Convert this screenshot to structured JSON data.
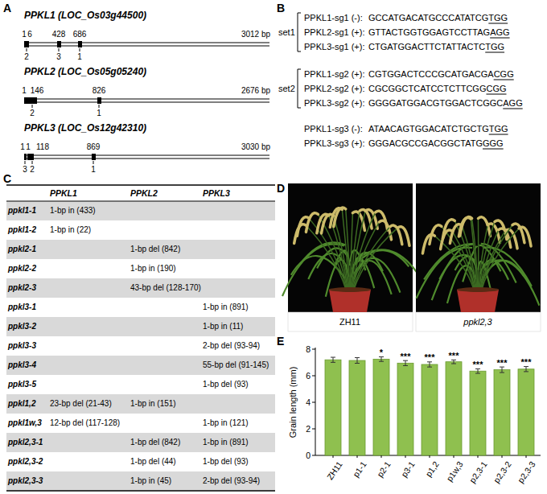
{
  "diagram": {
    "labels": [
      "A",
      "PPKL1 (LOC_Os03g44500)",
      "1",
      "6",
      "428",
      "686",
      "3012 bp",
      "2",
      "3",
      "1",
      "PPKL2 (LOC_Os05g05240)",
      "1",
      "146",
      "826",
      "2676 bp",
      "2",
      "1",
      "PPKL3 (LOC_Os12g42310)",
      "1",
      "1",
      "118",
      "869",
      "3030 bp",
      "3",
      "2",
      "1",
      "B",
      "set1",
      "PPKL1-sg1 (-):",
      "GCCATGACATGCCCATATCG",
      "TGG",
      "PPKL2-sg1 (+):",
      "GTTACTGGTGGAGTCCTTAG",
      "AGG",
      "PPKL3-sg1 (+):",
      "CTGATGGACTTCTATTACTC",
      "TGG",
      "set2",
      "PPKL1-sg2 (+):",
      "CGTGGACTCCCGCATGACGA",
      "CGG",
      "PPKL2-sg2 (+):",
      "CGCGGCTCATCCTCTTCGG",
      "CGG",
      "PPKL3-sg2 (+):",
      "GGGGATGGACGTGGACTCGGC",
      "AGG",
      "PPKL1-sg3 (-):",
      "ATAACAGTGGACATCTGCTG",
      "TGG",
      "PPKL3-sg3 (+):",
      "GGGACGCCGACGGCTATG",
      "GGG",
      "C",
      "PPKL1",
      "PPKL2",
      "PPKL3",
      "ppkl1-1",
      "1-bp in (433)",
      "ppkl1-2",
      "1-bp in (22)",
      "ppkl2-1",
      "1-bp del (842)",
      "ppkl2-2",
      "1-bp in (190)",
      "ppkl2-3",
      "43-bp del (128-170)",
      "ppkl3-1",
      "1-bp in (891)",
      "ppkl3-2",
      "1-bp in (11)",
      "ppkl3-3",
      "2-bp del (93-94)",
      "ppkl3-4",
      "55-bp del (91-145)",
      "ppkl3-5",
      "1-bp del (93)",
      "ppkl1,2",
      "23-bp del (21-43)",
      "1-bp in (151)",
      "ppkl1w,3",
      "12-bp del (117-128)",
      "1-bp in (121)",
      "ppkl2,3-1",
      "1-bp del (842)",
      "1-bp in (891)",
      "ppkl2,3-2",
      "1-bp del (44)",
      "1-bp del (93)",
      "ppkl2,3-3",
      "1-bp in (45)",
      "2-bp del (93-94)",
      "D",
      "ZH11",
      "ppkl2,3",
      "E",
      "Grain length (mm)",
      "0",
      "2",
      "4",
      "6",
      "8",
      "ZH11",
      "p1-1",
      "p2-1",
      "p3-1",
      "p1,2",
      "p1w,3",
      "p2,3-1",
      "p2,3-2",
      "p2,3-3",
      "*",
      "***",
      "***",
      "***",
      "***",
      "***",
      "***"
    ]
  }
}
